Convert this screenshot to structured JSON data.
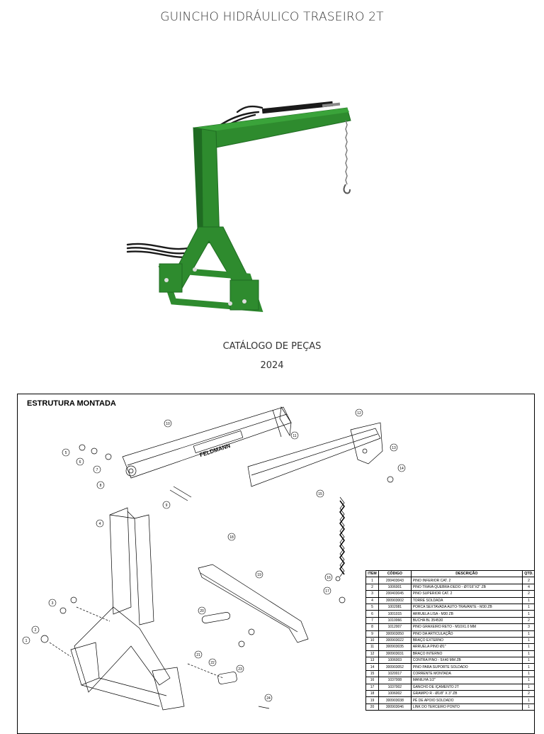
{
  "header": {
    "title": "GUINCHO HIDRÁULICO TRASEIRO 2T"
  },
  "cover": {
    "catalog_label": "CATÁLOGO DE PEÇAS",
    "year": "2024"
  },
  "colors": {
    "machine_green": "#2e8b2e",
    "dark_green": "#1f6b22",
    "hose_black": "#1a1a1a"
  },
  "drawing": {
    "section_title": "ESTRUTURA MONTADA",
    "brand_plate": "FELDMANN",
    "table": {
      "headers": [
        "ITEM",
        "CÓDIGO",
        "DESCRIÇÃO",
        "QTD."
      ],
      "rows": [
        [
          "1",
          "200403043",
          "PINO INFERIOR CAT. 2",
          "2"
        ],
        [
          "2",
          "1006001",
          "PINO TRAVA QUEBRA-DEDO - Ø7/16\"X2\" ZB",
          "4"
        ],
        [
          "3",
          "200403045",
          "PINO SUPERIOR CAT. 2",
          "2"
        ],
        [
          "4",
          "300903002",
          "TORRE SOLDADA",
          "1"
        ],
        [
          "5",
          "1002081",
          "PORCA SEXTAVADA AUTO-TRAVANTE - M30 ZB",
          "1"
        ],
        [
          "6",
          "1001015",
          "ARRUELA LISA - M30 ZB",
          "1"
        ],
        [
          "7",
          "1010066",
          "BUCHA BL 354530",
          "2"
        ],
        [
          "8",
          "1012007",
          "PINO GRAXEIRO RETO - M10X1.0 MM",
          "3"
        ],
        [
          "9",
          "300903050",
          "PINO DA ARTICULAÇÃO",
          "1"
        ],
        [
          "10",
          "300903022",
          "BRAÇO EXTERNO",
          "1"
        ],
        [
          "11",
          "300903035",
          "ARRUELA PINO Ø1\"",
          "1"
        ],
        [
          "12",
          "300903031",
          "BRAÇO INTERNO",
          "1"
        ],
        [
          "13",
          "1006003",
          "CONTRA PINO - 5X40 MM ZB",
          "1"
        ],
        [
          "14",
          "300903052",
          "PINO PARA SUPORTE SOLDADO",
          "1"
        ],
        [
          "15",
          "1020017",
          "CORRENTE MONTADA",
          "1"
        ],
        [
          "16",
          "1037008",
          "MANILHA 1/2\"",
          "1"
        ],
        [
          "17",
          "1037002",
          "GANCHO DE IÇAMENTO 2T",
          "1"
        ],
        [
          "18",
          "1006002",
          "GRAMPO R - Ø1/8\" X 3\" ZB",
          "2"
        ],
        [
          "19",
          "300903038",
          "PÉ DE APOIO SOLDADO",
          "1"
        ],
        [
          "20",
          "300903046",
          "LINK DO TERCEIRO PONTO",
          "1"
        ]
      ]
    },
    "balloons": [
      "1",
      "2",
      "3",
      "4",
      "5",
      "6",
      "7",
      "8",
      "9",
      "10",
      "11",
      "12",
      "13",
      "14",
      "15",
      "16",
      "17",
      "18",
      "19",
      "20",
      "21",
      "22",
      "23",
      "24"
    ]
  }
}
